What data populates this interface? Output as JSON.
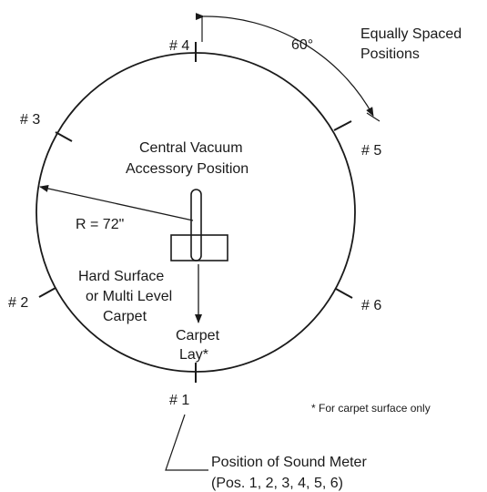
{
  "diagram": {
    "positions": {
      "p1": "# 1",
      "p2": "# 2",
      "p3": "# 3",
      "p4": "# 4",
      "p5": "# 5",
      "p6": "# 6"
    },
    "angle_label": "60°",
    "equally_spaced": {
      "line1": "Equally Spaced",
      "line2": "Positions"
    },
    "central_label": {
      "line1": "Central Vacuum",
      "line2": "Accessory Position"
    },
    "radius_label": "R = 72\"",
    "hard_surface": {
      "line1": "Hard Surface",
      "line2": "or Multi Level",
      "line3": "Carpet"
    },
    "carpet_lay": {
      "line1": "Carpet",
      "line2": "Lay*"
    },
    "footnote": "* For carpet surface only",
    "sound_meter": {
      "line1": "Position of Sound Meter",
      "line2": "(Pos. 1, 2, 3, 4, 5, 6)"
    }
  }
}
